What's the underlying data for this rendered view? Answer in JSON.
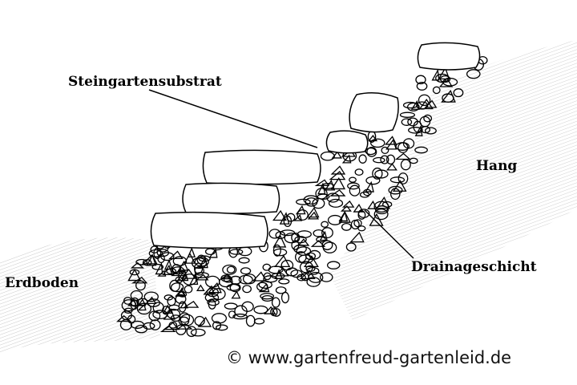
{
  "labels": {
    "substrate": "Steingartensubstrat",
    "slope": "Hang",
    "ground": "Erdboden",
    "drainage": "Drainageschicht"
  },
  "watermark": "© www.gartenfreud-gartenleid.de"
}
